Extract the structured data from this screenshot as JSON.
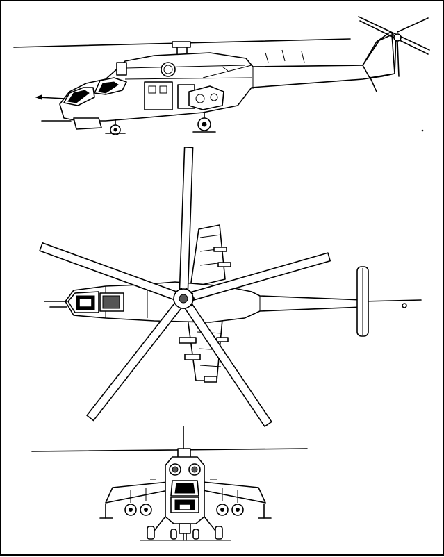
{
  "drawing": {
    "line_color": "#000000",
    "background_color": "#ffffff",
    "views": [
      "side-view",
      "top-view",
      "front-view"
    ],
    "main_rotor_blades": 5,
    "tail_rotor_blades": 3
  }
}
